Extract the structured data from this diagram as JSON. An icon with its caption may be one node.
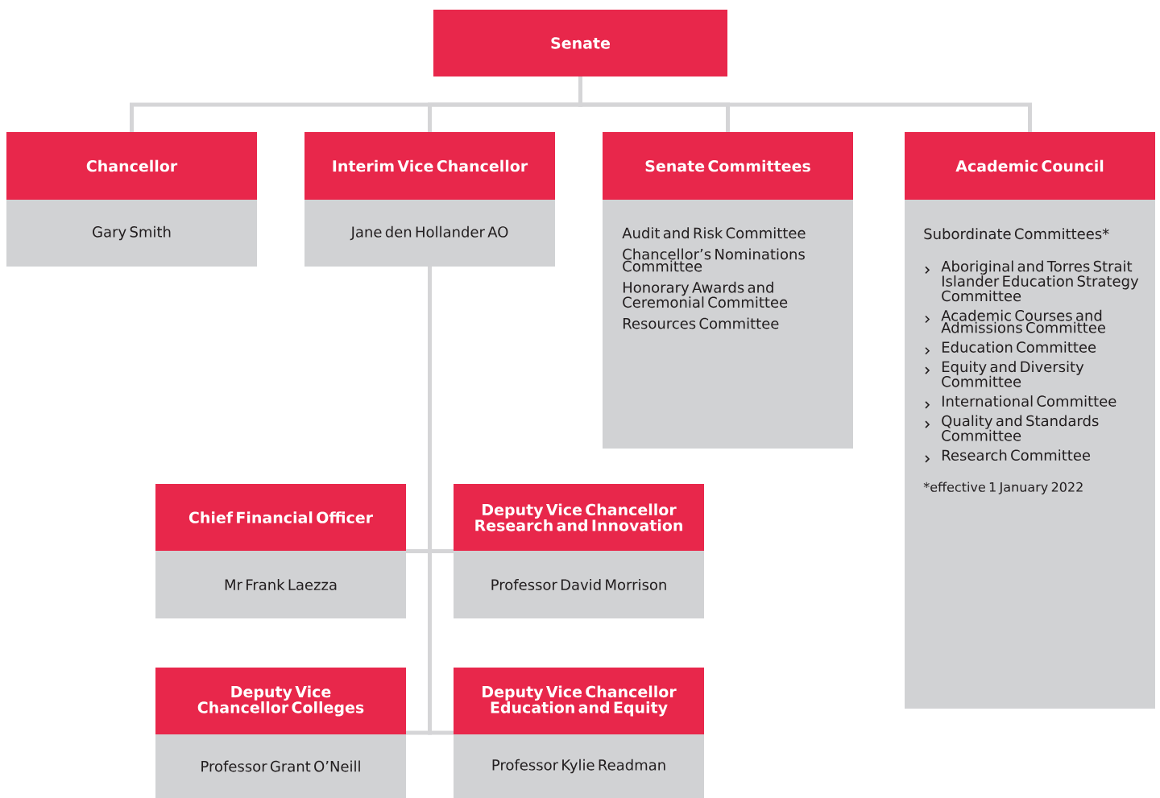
{
  "diagram": {
    "nodes": [
      {
        "text": [
          "Senate"
        ]
      },
      {
        "text": [
          "Chancellor",
          "Gary Smith"
        ]
      },
      {
        "text": [
          "Interim Vice Chancellor",
          "Jane den Hollander AO"
        ]
      },
      {
        "text": [
          "Senate Committees",
          "Audit and Risk Committee",
          "Chancellor’s Nominations Committee",
          "Honorary Awards and Ceremonial Committee",
          "Resources Committee"
        ]
      },
      {
        "text": [
          "Academic Council",
          "Subordinate Committees*",
          "Aboriginal and Torres Strait Islander Education Strategy Committee",
          "Academic Courses and Admissions Committee",
          "Education Committee",
          "Equity and Diversity Committee",
          "International Committee",
          "Quality and Standards Committee",
          "Research Committee",
          "*effective 1 January 2022"
        ]
      },
      {
        "text": [
          "Chief Financial Officer",
          "Mr Frank Laezza"
        ]
      },
      {
        "text": [
          "Deputy Vice Chancellor Research and Innovation",
          "Professor David Morrison"
        ]
      },
      {
        "text": [
          "Deputy Vice Chancellor Colleges",
          "Professor Grant O’Neill"
        ]
      },
      {
        "text": [
          "Deputy Vice Chancellor Education and Equity",
          "Professor Kylie Readman"
        ]
      }
    ],
    "edges": [
      {
        "from": 0,
        "to": 1,
        "arrow": "none"
      },
      {
        "from": 0,
        "to": 2,
        "arrow": "none"
      },
      {
        "from": 0,
        "to": 3,
        "arrow": "none"
      },
      {
        "from": 0,
        "to": 4,
        "arrow": "none"
      },
      {
        "from": 2,
        "to": 5,
        "arrow": "none"
      },
      {
        "from": 2,
        "to": 6,
        "arrow": "none"
      },
      {
        "from": 2,
        "to": 7,
        "arrow": "none"
      },
      {
        "from": 2,
        "to": 8,
        "arrow": "none"
      }
    ]
  }
}
